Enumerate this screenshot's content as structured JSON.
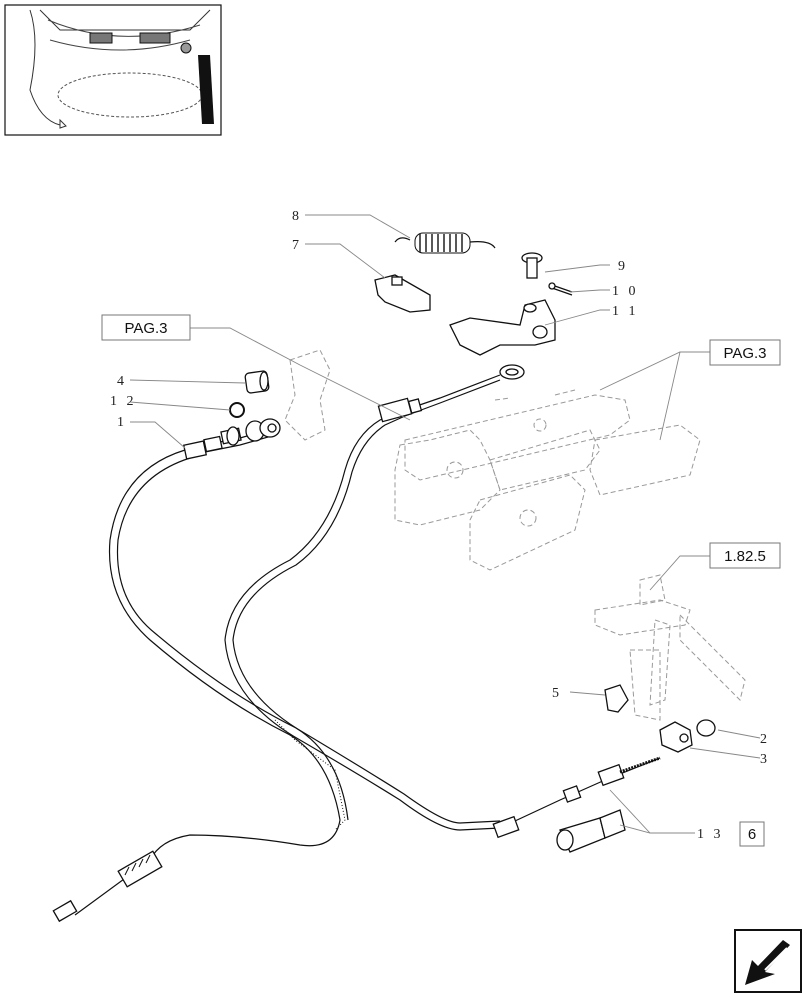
{
  "references": {
    "pag3_left": "PAG.3",
    "pag3_right": "PAG.3",
    "ref_182_5": "1.82.5",
    "ref_6": "6"
  },
  "callouts": [
    "1",
    "2",
    "3",
    "4",
    "5",
    "7",
    "8",
    "9",
    "10",
    "11",
    "12",
    "13"
  ],
  "icons": {
    "thumbnail": "tractor-location-thumbnail",
    "nav": "next-page-arrow-icon"
  }
}
